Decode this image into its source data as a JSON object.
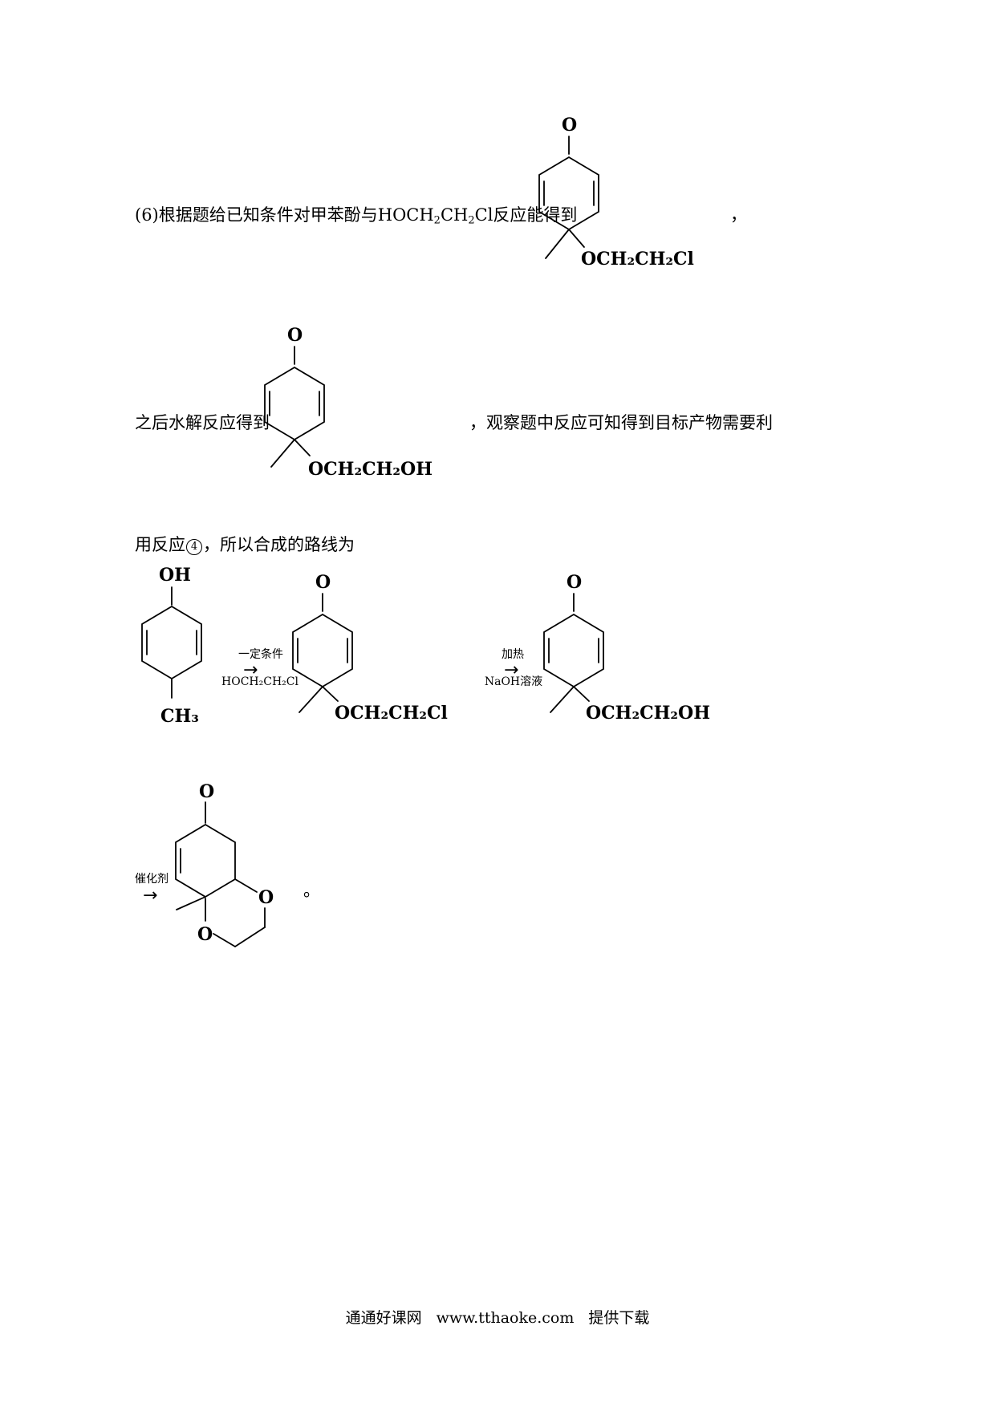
{
  "para1": {
    "prefix": "(6)根据题给已知条件对甲苯酚与",
    "reagent": "HOCH",
    "reagent_sub1": "2",
    "reagent_mid": "CH",
    "reagent_sub2": "2",
    "reagent_end": "Cl",
    "suffix": "反应能得到",
    "comma": "，"
  },
  "para2": {
    "prefix": "之后水解反应得到",
    "suffix": "，观察题中反应可知得到目标产物需要利"
  },
  "para3": {
    "prefix": "用反应",
    "circled": "4",
    "suffix": "，所以合成的路线为"
  },
  "molecules": {
    "chloro_ether": {
      "carbonyl": "O",
      "substituent": "OCH₂CH₂Cl"
    },
    "hydroxy_ether": {
      "carbonyl": "O",
      "substituent": "OCH₂CH₂OH"
    },
    "p_cresol": {
      "top": "OH",
      "bottom": "CH₃"
    },
    "bicyclic": {
      "carbonyl": "O",
      "ring_o1": "O",
      "ring_o2": "O"
    }
  },
  "conditions": {
    "step1_top": "一定条件",
    "step1_bottom": "HOCH₂CH₂Cl",
    "step2_top": "加热",
    "step2_bottom": "NaOH溶液",
    "step3_top": "催化剂"
  },
  "arrow_glyph": "→",
  "end_mark": "。",
  "footer": {
    "site": "通通好课网",
    "url": "www.tthaoke.com",
    "action": "提供下载"
  }
}
